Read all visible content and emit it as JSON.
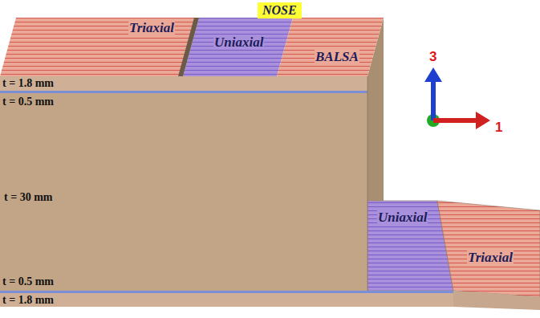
{
  "diagram": {
    "nodes": [
      {
        "text": [
          "NOSE"
        ]
      }
    ],
    "labels": [
      "Triaxial",
      "Uniaxial",
      "BALSA",
      "3",
      "1",
      "t = 1.8 mm",
      "t = 0.5 mm",
      "t = 30 mm",
      "t = 0.5 mm",
      "t = 1.8 mm",
      "Uniaxial",
      "Triaxial"
    ]
  }
}
